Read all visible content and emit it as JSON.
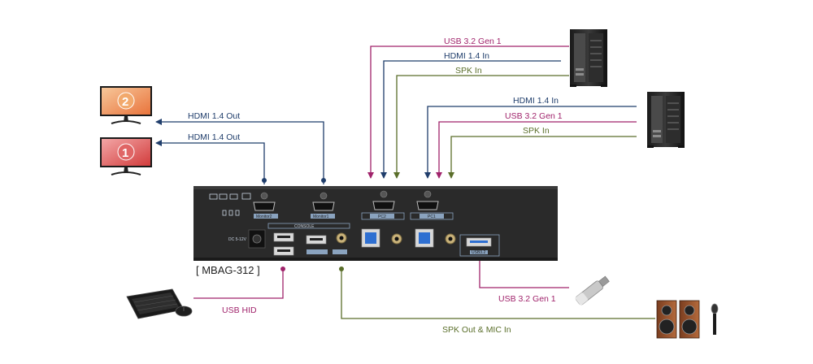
{
  "model": "[ MBAG-312 ]",
  "colors": {
    "hdmi": "#1f3d6b",
    "usb": "#a0236b",
    "audio": "#5a6e2a",
    "chassis": "#2a2a2a"
  },
  "connections": {
    "pc2_usb": "USB 3.2 Gen 1",
    "pc2_hdmi": "HDMI 1.4 In",
    "pc2_spk": "SPK In",
    "pc1_hdmi": "HDMI 1.4 In",
    "pc1_usb": "USB 3.2 Gen 1",
    "pc1_spk": "SPK In",
    "monitor2_out": "HDMI 1.4 Out",
    "monitor1_out": "HDMI 1.4 Out",
    "usb_hid": "USB HID",
    "usb_storage": "USB 3.2 Gen 1",
    "spk_mic": "SPK Out & MIC In"
  },
  "monitors": {
    "top_number": "2",
    "bottom_number": "1"
  },
  "panel": {
    "monitor2_port": "Monitor2",
    "monitor1_port": "Monitor1",
    "pc2_port": "PC2",
    "pc1_port": "PC1",
    "console_label": "CONSOLE",
    "dc_label": "DC 5-12V",
    "usb32_label": "USB3.2"
  },
  "icons": [
    "monitor-icon",
    "tower-pc-icon",
    "keyboard-icon",
    "mouse-icon",
    "usb-stick-icon",
    "speaker-icon",
    "microphone-icon"
  ]
}
